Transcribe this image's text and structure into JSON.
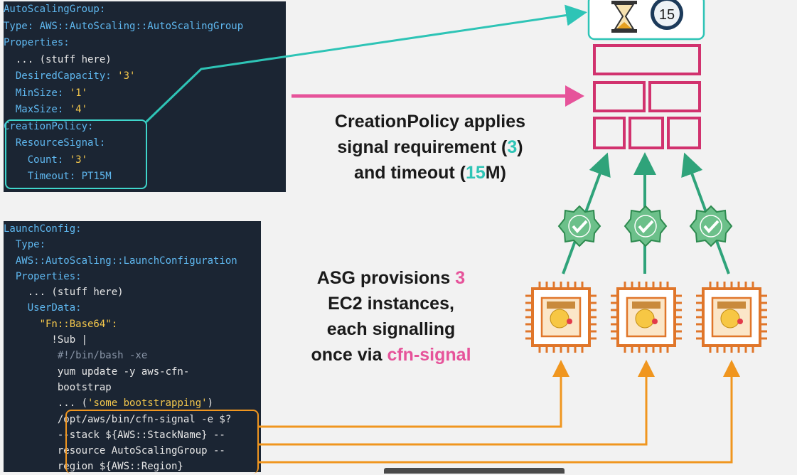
{
  "code1": {
    "lines": [
      [
        {
          "t": "AutoScalingGroup:",
          "c": "k"
        }
      ],
      [
        {
          "t": "Type: ",
          "c": "k"
        },
        {
          "t": "AWS::AutoScaling::AutoScalingGroup",
          "c": "k"
        }
      ],
      [
        {
          "t": "Properties:",
          "c": "k"
        }
      ],
      [
        {
          "t": "  ... (stuff here)",
          "c": "w"
        }
      ],
      [
        {
          "t": "  DesiredCapacity: ",
          "c": "k"
        },
        {
          "t": "'3'",
          "c": "s"
        }
      ],
      [
        {
          "t": "  MinSize: ",
          "c": "k"
        },
        {
          "t": "'1'",
          "c": "s"
        }
      ],
      [
        {
          "t": "  MaxSize: ",
          "c": "k"
        },
        {
          "t": "'4'",
          "c": "s"
        }
      ],
      [
        {
          "t": "CreationPolicy:",
          "c": "k"
        }
      ],
      [
        {
          "t": "  ResourceSignal:",
          "c": "k"
        }
      ],
      [
        {
          "t": "    Count: ",
          "c": "k"
        },
        {
          "t": "'3'",
          "c": "s"
        }
      ],
      [
        {
          "t": "    Timeout: ",
          "c": "k"
        },
        {
          "t": "PT15M",
          "c": "k"
        }
      ]
    ]
  },
  "code2": {
    "lines": [
      [
        {
          "t": "LaunchConfig:",
          "c": "k"
        }
      ],
      [
        {
          "t": "  Type:",
          "c": "k"
        }
      ],
      [
        {
          "t": "  AWS::AutoScaling::LaunchConfiguration",
          "c": "k"
        }
      ],
      [
        {
          "t": "  Properties:",
          "c": "k"
        }
      ],
      [
        {
          "t": "    ... (stuff here)",
          "c": "w"
        }
      ],
      [
        {
          "t": "    UserData:",
          "c": "k"
        }
      ],
      [
        {
          "t": "      \"Fn::Base64\":",
          "c": "s"
        }
      ],
      [
        {
          "t": "        !Sub |",
          "c": "w"
        }
      ],
      [
        {
          "t": "         #!/bin/bash -xe",
          "c": "c"
        }
      ],
      [
        {
          "t": "         yum update -y aws-cfn-",
          "c": "w"
        }
      ],
      [
        {
          "t": "         bootstrap",
          "c": "w"
        }
      ],
      [
        {
          "t": "         ... (",
          "c": "w"
        },
        {
          "t": "'some bootstrapping'",
          "c": "s"
        },
        {
          "t": ")",
          "c": "w"
        }
      ],
      [
        {
          "t": "         /opt/aws/bin/cfn-signal -e $?",
          "c": "w"
        }
      ],
      [
        {
          "t": "         --stack ${AWS::StackName} --",
          "c": "w"
        }
      ],
      [
        {
          "t": "         resource AutoScalingGroup --",
          "c": "w"
        }
      ],
      [
        {
          "t": "         region ${AWS::Region}",
          "c": "w"
        }
      ]
    ]
  },
  "text1": {
    "a": "CreationPolicy applies",
    "b": "signal requirement (",
    "b_num": "3",
    "b_end": ")",
    "c": "and timeout (",
    "c_num": "15",
    "c_end": "M)"
  },
  "text2": {
    "a": "ASG provisions ",
    "a_num": "3",
    "b": "EC2 instances,",
    "c": "each signalling",
    "d": "once via ",
    "d_hl": "cfn-signal"
  },
  "timer_label": "15",
  "colors": {
    "teal": "#2ec4b6",
    "pink": "#d1326e",
    "green": "#2fa37a",
    "orange": "#f0961f",
    "chip": "#e0762a"
  }
}
